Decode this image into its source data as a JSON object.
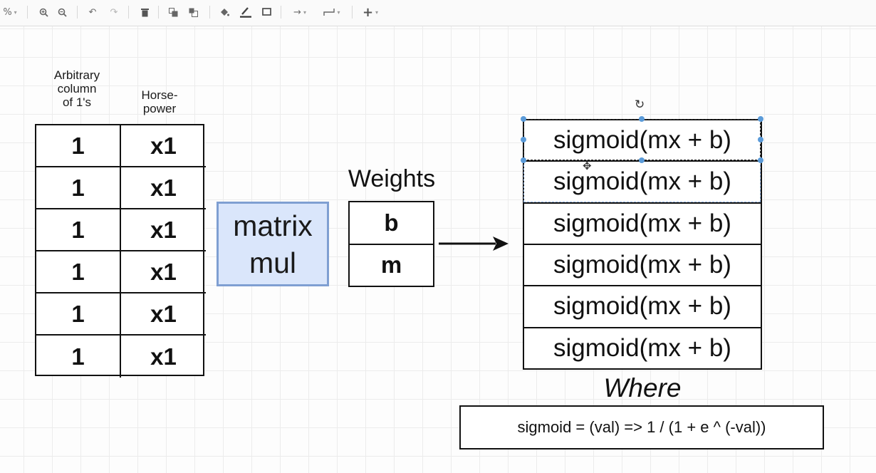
{
  "toolbar": {
    "zoom_label": "%",
    "icons": [
      "zoom-in-icon",
      "zoom-out-icon",
      "undo-icon",
      "redo-icon",
      "delete-icon",
      "to-front-icon",
      "to-back-icon",
      "fill-color-icon",
      "line-color-icon",
      "shadow-icon",
      "connection-icon",
      "waypoints-icon",
      "insert-icon"
    ]
  },
  "input_table": {
    "header_left": "Arbitrary\ncolumn\nof 1's",
    "header_right": "Horse-\npower",
    "rows": [
      [
        "1",
        "x1"
      ],
      [
        "1",
        "x1"
      ],
      [
        "1",
        "x1"
      ],
      [
        "1",
        "x1"
      ],
      [
        "1",
        "x1"
      ],
      [
        "1",
        "x1"
      ]
    ]
  },
  "matrix_mul": {
    "line1": "matrix",
    "line2": "mul"
  },
  "weights": {
    "title": "Weights",
    "cells": [
      "b",
      "m"
    ]
  },
  "output": {
    "rows": [
      "sigmoid(mx + b)",
      "sigmoid(mx + b)",
      "sigmoid(mx + b)",
      "sigmoid(mx + b)",
      "sigmoid(mx + b)",
      "sigmoid(mx + b)"
    ]
  },
  "where_label": "Where",
  "formula": "sigmoid = (val) => 1 / (1 + e ^ (-val))",
  "colors": {
    "matrix_fill": "#dae6fb",
    "matrix_border": "#7f9fd2",
    "selection_handle": "#5b9bd9"
  }
}
